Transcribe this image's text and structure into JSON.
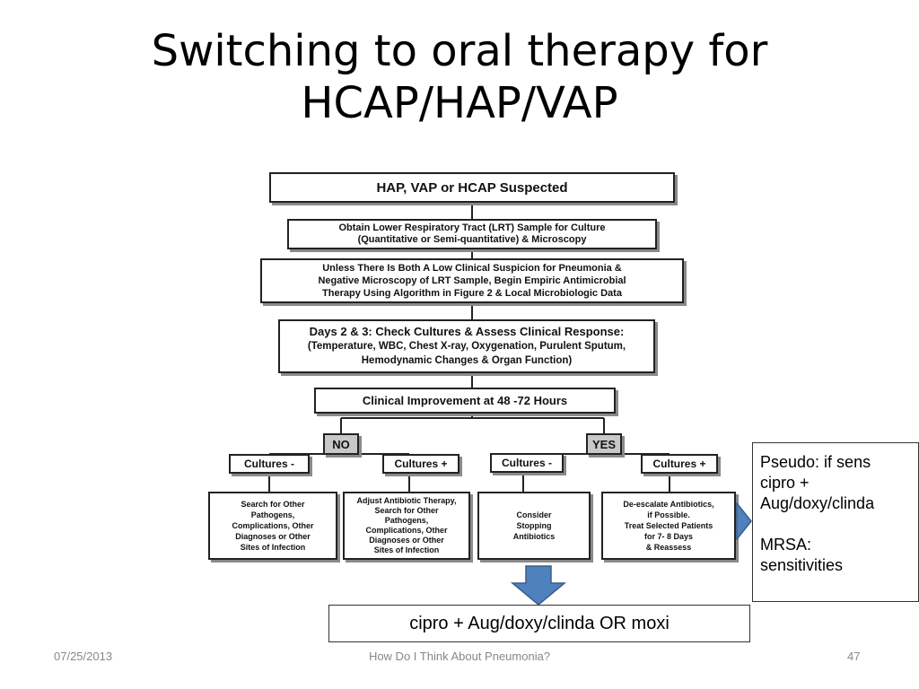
{
  "title": [
    "Switching to oral therapy for",
    "HCAP/HAP/VAP"
  ],
  "flowchart": {
    "suspected": "HAP, VAP or HCAP Suspected",
    "sample": [
      "Obtain Lower Respiratory Tract (LRT) Sample for Culture",
      "(Quantitative or Semi-quantitative) & Microscopy"
    ],
    "empiric": [
      "Unless There Is Both A Low Clinical Suspicion for Pneumonia &",
      "Negative Microscopy of LRT Sample, Begin Empiric Antimicrobial",
      "Therapy Using  Algorithm in Figure 2 & Local Microbiologic Data"
    ],
    "days": [
      "Days 2 & 3: Check Cultures & Assess Clinical Response:",
      "(Temperature, WBC, Chest X-ray, Oxygenation, Purulent Sputum,",
      "Hemodynamic Changes & Organ Function)"
    ],
    "improvement": "Clinical Improvement at 48 -72 Hours",
    "no": "NO",
    "yes": "YES",
    "cultures_neg": "Cultures -",
    "cultures_pos": "Cultures +",
    "outcome_1": [
      "Search for Other",
      "Pathogens,",
      "Complications, Other",
      "Diagnoses or Other",
      "Sites of Infection"
    ],
    "outcome_2": [
      "Adjust Antibiotic Therapy,",
      "Search for Other",
      "Pathogens,",
      "Complications, Other",
      "Diagnoses or Other",
      "Sites of Infection"
    ],
    "outcome_3": [
      "Consider",
      "Stopping",
      "Antibiotics"
    ],
    "outcome_4": [
      "De-escalate Antibiotics,",
      "if Possible.",
      "Treat Selected Patients",
      "for 7- 8 Days",
      "& Reassess"
    ]
  },
  "note": {
    "pseudo_lines": [
      "Pseudo: if sens",
      "cipro +",
      "Aug/doxy/clinda"
    ],
    "mrsa_lines": [
      "MRSA:",
      "sensitivities"
    ]
  },
  "bottom_box": "cipro + Aug/doxy/clinda OR moxi",
  "footer": {
    "date": "07/25/2013",
    "center": "How Do I Think About Pneumonia?",
    "page": "47"
  },
  "colors": {
    "arrow_fill": "#4f81bd",
    "arrow_stroke": "#385d8a",
    "gray_box": "#c8c8c8"
  }
}
